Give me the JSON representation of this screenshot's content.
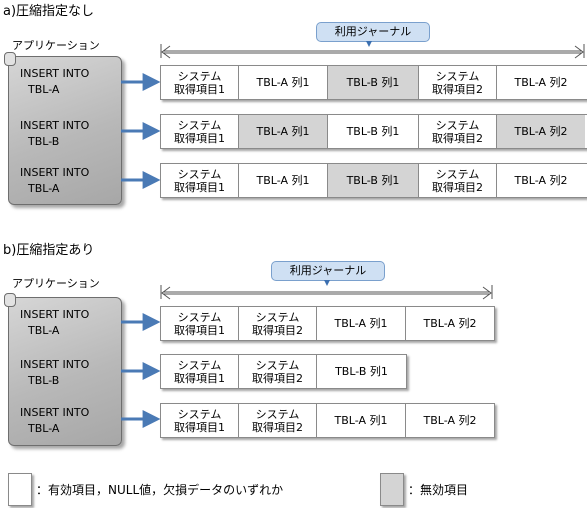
{
  "section_a": {
    "title": "a)圧縮指定なし",
    "app_label": "アプリケーション",
    "journal_label": "利用ジャーナル",
    "statements": [
      {
        "line1": "INSERT INTO",
        "line2": "TBL-A"
      },
      {
        "line1": "INSERT INTO",
        "line2": "TBL-B"
      },
      {
        "line1": "INSERT INTO",
        "line2": "TBL-A"
      }
    ],
    "rows": [
      [
        {
          "line1": "システム",
          "line2": "取得項目1",
          "valid": true
        },
        {
          "line1": "TBL-A 列1",
          "line2": "",
          "valid": true
        },
        {
          "line1": "TBL-B 列1",
          "line2": "",
          "valid": false
        },
        {
          "line1": "システム",
          "line2": "取得項目2",
          "valid": true
        },
        {
          "line1": "TBL-A 列2",
          "line2": "",
          "valid": true
        }
      ],
      [
        {
          "line1": "システム",
          "line2": "取得項目1",
          "valid": true
        },
        {
          "line1": "TBL-A 列1",
          "line2": "",
          "valid": false
        },
        {
          "line1": "TBL-B 列1",
          "line2": "",
          "valid": true
        },
        {
          "line1": "システム",
          "line2": "取得項目2",
          "valid": true
        },
        {
          "line1": "TBL-A 列2",
          "line2": "",
          "valid": false
        }
      ],
      [
        {
          "line1": "システム",
          "line2": "取得項目1",
          "valid": true
        },
        {
          "line1": "TBL-A 列1",
          "line2": "",
          "valid": true
        },
        {
          "line1": "TBL-B 列1",
          "line2": "",
          "valid": false
        },
        {
          "line1": "システム",
          "line2": "取得項目2",
          "valid": true
        },
        {
          "line1": "TBL-A 列2",
          "line2": "",
          "valid": true
        }
      ]
    ]
  },
  "section_b": {
    "title": "b)圧縮指定あり",
    "app_label": "アプリケーション",
    "journal_label": "利用ジャーナル",
    "statements": [
      {
        "line1": "INSERT INTO",
        "line2": "TBL-A"
      },
      {
        "line1": "INSERT INTO",
        "line2": "TBL-B"
      },
      {
        "line1": "INSERT INTO",
        "line2": "TBL-A"
      }
    ],
    "rows": [
      [
        {
          "line1": "システム",
          "line2": "取得項目1",
          "valid": true
        },
        {
          "line1": "システム",
          "line2": "取得項目2",
          "valid": true
        },
        {
          "line1": "TBL-A 列1",
          "line2": "",
          "valid": true
        },
        {
          "line1": "TBL-A 列2",
          "line2": "",
          "valid": true
        }
      ],
      [
        {
          "line1": "システム",
          "line2": "取得項目1",
          "valid": true
        },
        {
          "line1": "システム",
          "line2": "取得項目2",
          "valid": true
        },
        {
          "line1": "TBL-B 列1",
          "line2": "",
          "valid": true
        }
      ],
      [
        {
          "line1": "システム",
          "line2": "取得項目1",
          "valid": true
        },
        {
          "line1": "システム",
          "line2": "取得項目2",
          "valid": true
        },
        {
          "line1": "TBL-A 列1",
          "line2": "",
          "valid": true
        },
        {
          "line1": "TBL-A 列2",
          "line2": "",
          "valid": true
        }
      ]
    ]
  },
  "legend": {
    "valid_text": "：有効項目，NULL値，欠損データのいずれか",
    "invalid_text": "：無効項目"
  },
  "colors": {
    "arrow": "#4a7ab5",
    "invalid_fill": "#d4d4d4",
    "journal_fill": "#cfe0f3"
  }
}
